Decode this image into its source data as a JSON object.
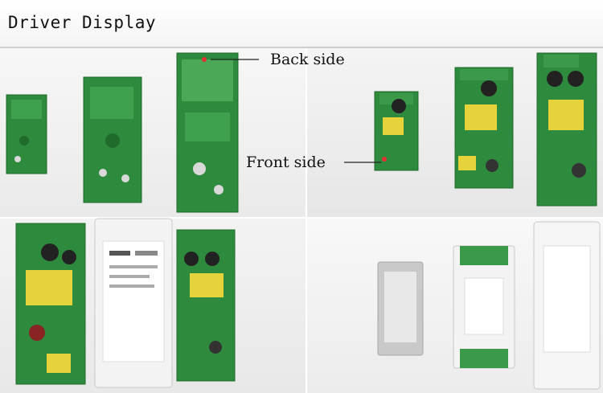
{
  "header": {
    "title": "Driver Display"
  },
  "annotations": {
    "back_label": "Back side",
    "front_label": "Front side"
  },
  "colors": {
    "pcb_green": "#2e8b3d",
    "pcb_dark": "#1f6b2c",
    "housing_white": "#f3f3f3",
    "housing_grey": "#c9c9c9",
    "terminal_green": "#3a9a4a",
    "capacitor_black": "#222222",
    "transformer_yellow": "#e6d23a"
  }
}
